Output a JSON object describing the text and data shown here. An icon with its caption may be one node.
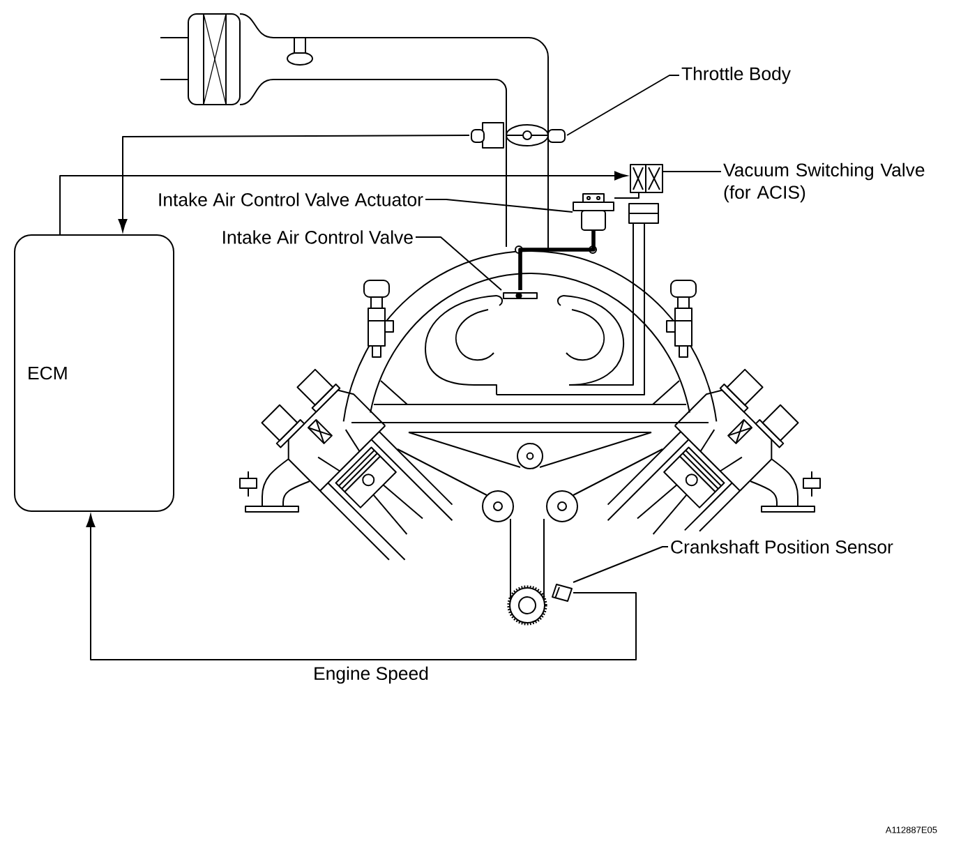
{
  "diagram": {
    "nodes": [
      {
        "text": [
          "ECM"
        ]
      },
      {
        "text": [
          "Throttle Body"
        ]
      },
      {
        "text": [],
        "shape": "picture"
      },
      {
        "text": [
          "Vacuum Switching Valve (for ACIS)"
        ]
      },
      {
        "text": [],
        "shape": "picture"
      },
      {
        "text": [
          "Intake Air Control Valve Actuator"
        ]
      },
      {
        "text": [],
        "shape": "picture"
      },
      {
        "text": [
          "Intake Air Control Valve"
        ]
      },
      {
        "text": [],
        "shape": "picture"
      },
      {
        "text": [
          "Crankshaft Position Sensor"
        ]
      },
      {
        "text": [],
        "shape": "picture"
      }
    ],
    "edges": [
      {
        "from": 2,
        "to": 0,
        "arrow": "to"
      },
      {
        "from": 0,
        "to": 4,
        "arrow": "to"
      },
      {
        "from": 10,
        "to": 0,
        "arrow": "to",
        "label": "Engine Speed"
      },
      {
        "from": 1,
        "to": 2,
        "arrow": "none"
      },
      {
        "from": 3,
        "to": 4,
        "arrow": "none"
      },
      {
        "from": 5,
        "to": 6,
        "arrow": "none"
      },
      {
        "from": 7,
        "to": 8,
        "arrow": "none"
      },
      {
        "from": 9,
        "to": 10,
        "arrow": "none"
      },
      {
        "from": 6,
        "to": 4,
        "arrow": "none"
      },
      {
        "from": 6,
        "to": 8,
        "arrow": "none",
        "style": "thick"
      }
    ],
    "labels": [
      "A112887E05"
    ]
  }
}
